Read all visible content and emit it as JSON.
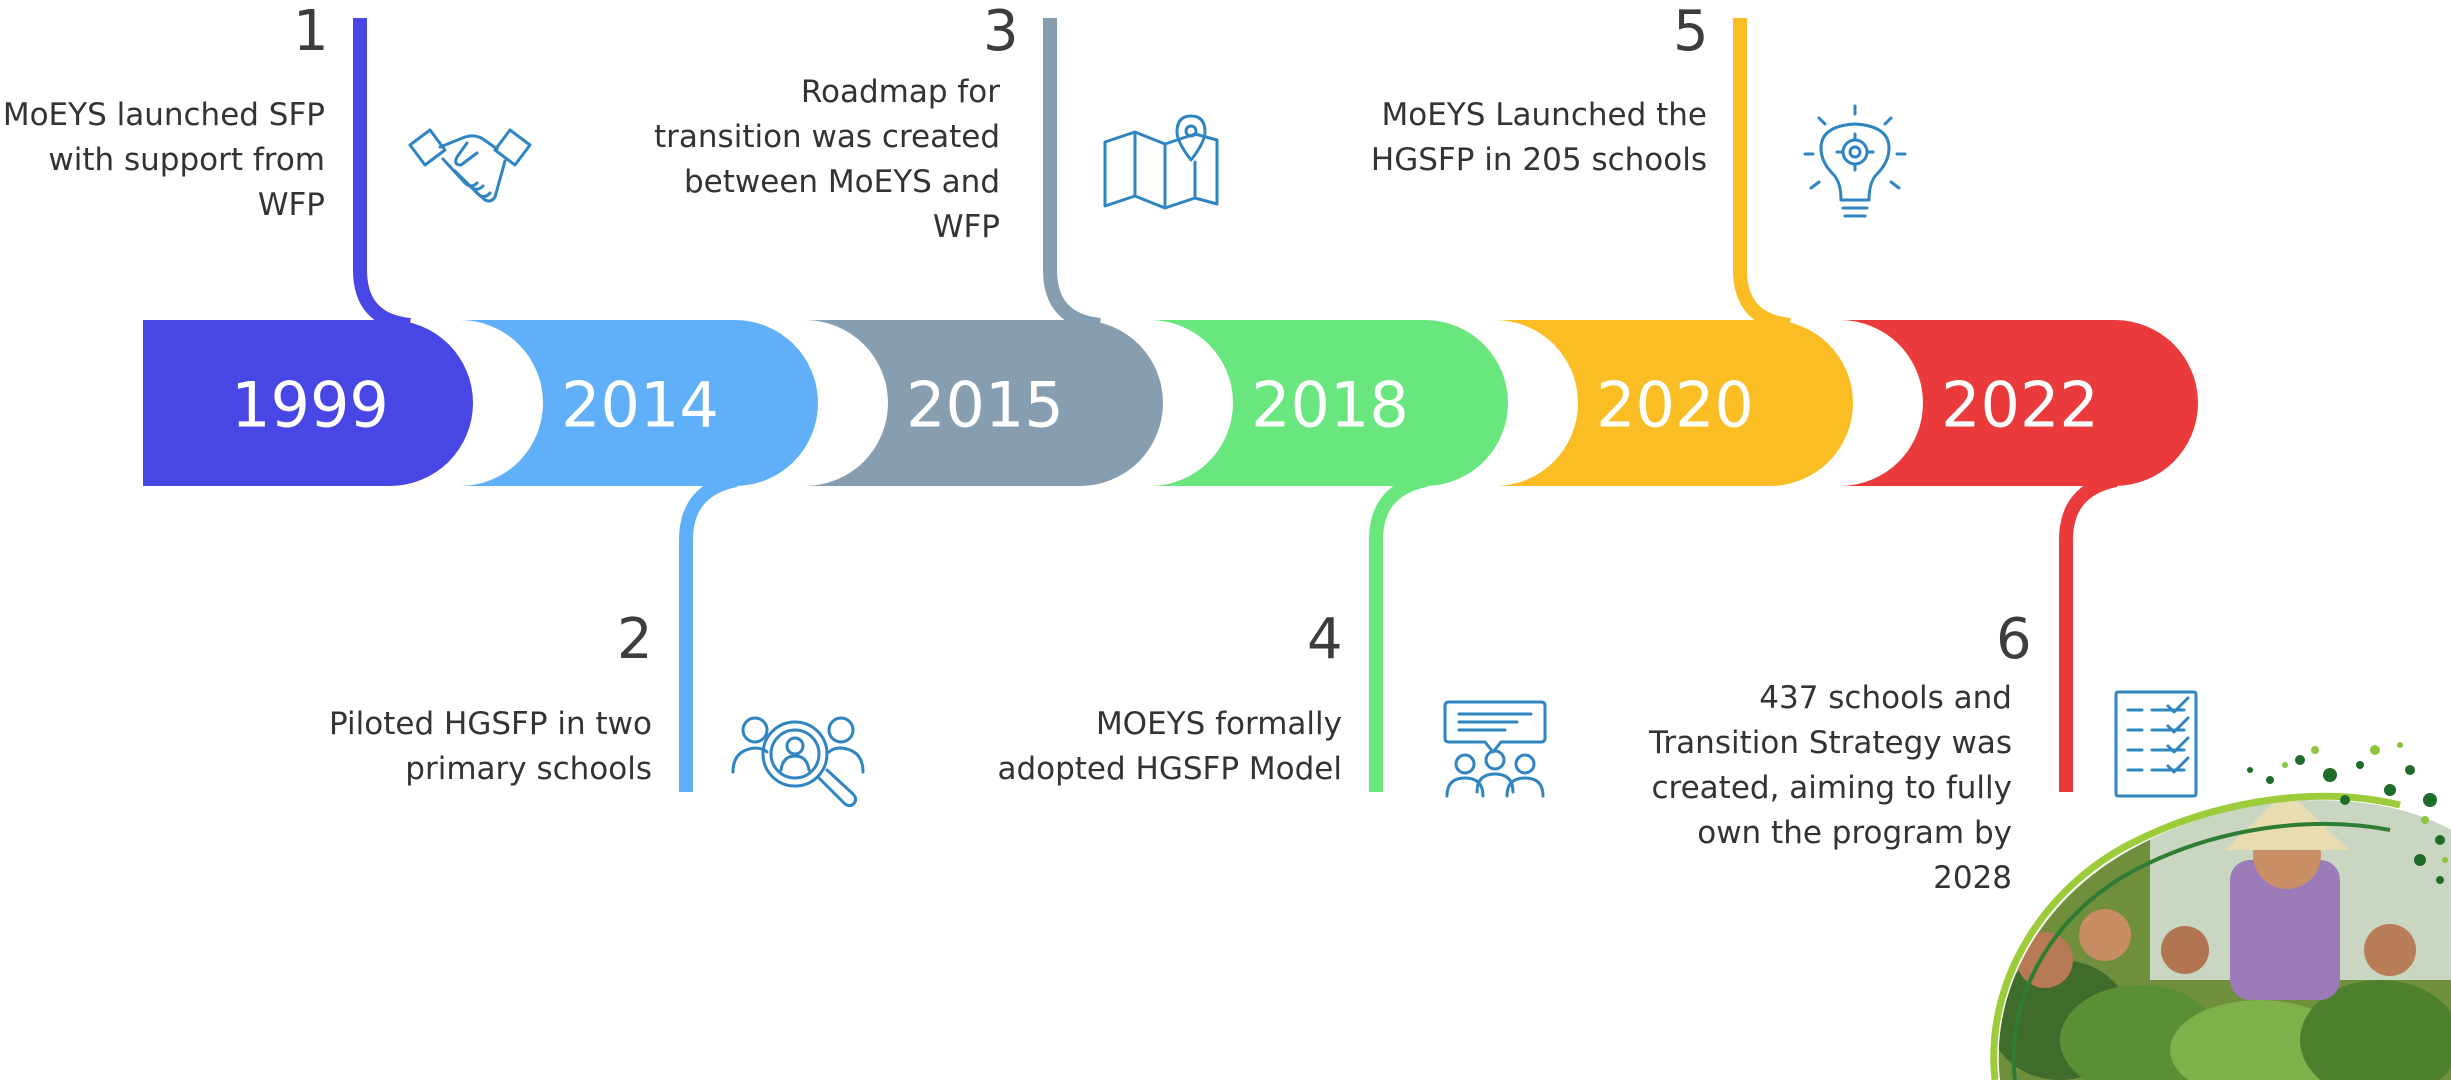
{
  "colors": {
    "indigo": "#4846e4",
    "sky": "#5fb0f8",
    "slate": "#879db0",
    "green": "#69e67e",
    "amber": "#fbbd24",
    "red": "#ea3a3b",
    "icon": "#2f84c2",
    "text": "#333333"
  },
  "milestones": [
    {
      "number": "1",
      "year": "1999",
      "text": "MoEYS launched SFP\nwith support from\nWFP",
      "icon": "handshake-icon"
    },
    {
      "number": "2",
      "year": "2014",
      "text": "Piloted HGSFP in two\nprimary schools",
      "icon": "people-search-icon"
    },
    {
      "number": "3",
      "year": "2015",
      "text": "Roadmap for\ntransition was created\nbetween MoEYS and\nWFP",
      "icon": "map-pin-icon"
    },
    {
      "number": "4",
      "year": "2018",
      "text": "MOEYS formally\nadopted HGSFP Model",
      "icon": "meeting-chat-icon"
    },
    {
      "number": "5",
      "year": "2020",
      "text": "MoEYS Launched the\nHGSFP in 205 schools",
      "icon": "lightbulb-gear-icon"
    },
    {
      "number": "6",
      "year": "2022",
      "text": "437 schools and\nTransition Strategy was\ncreated, aiming to fully\nown the program by\n2028",
      "icon": "checklist-icon"
    }
  ]
}
